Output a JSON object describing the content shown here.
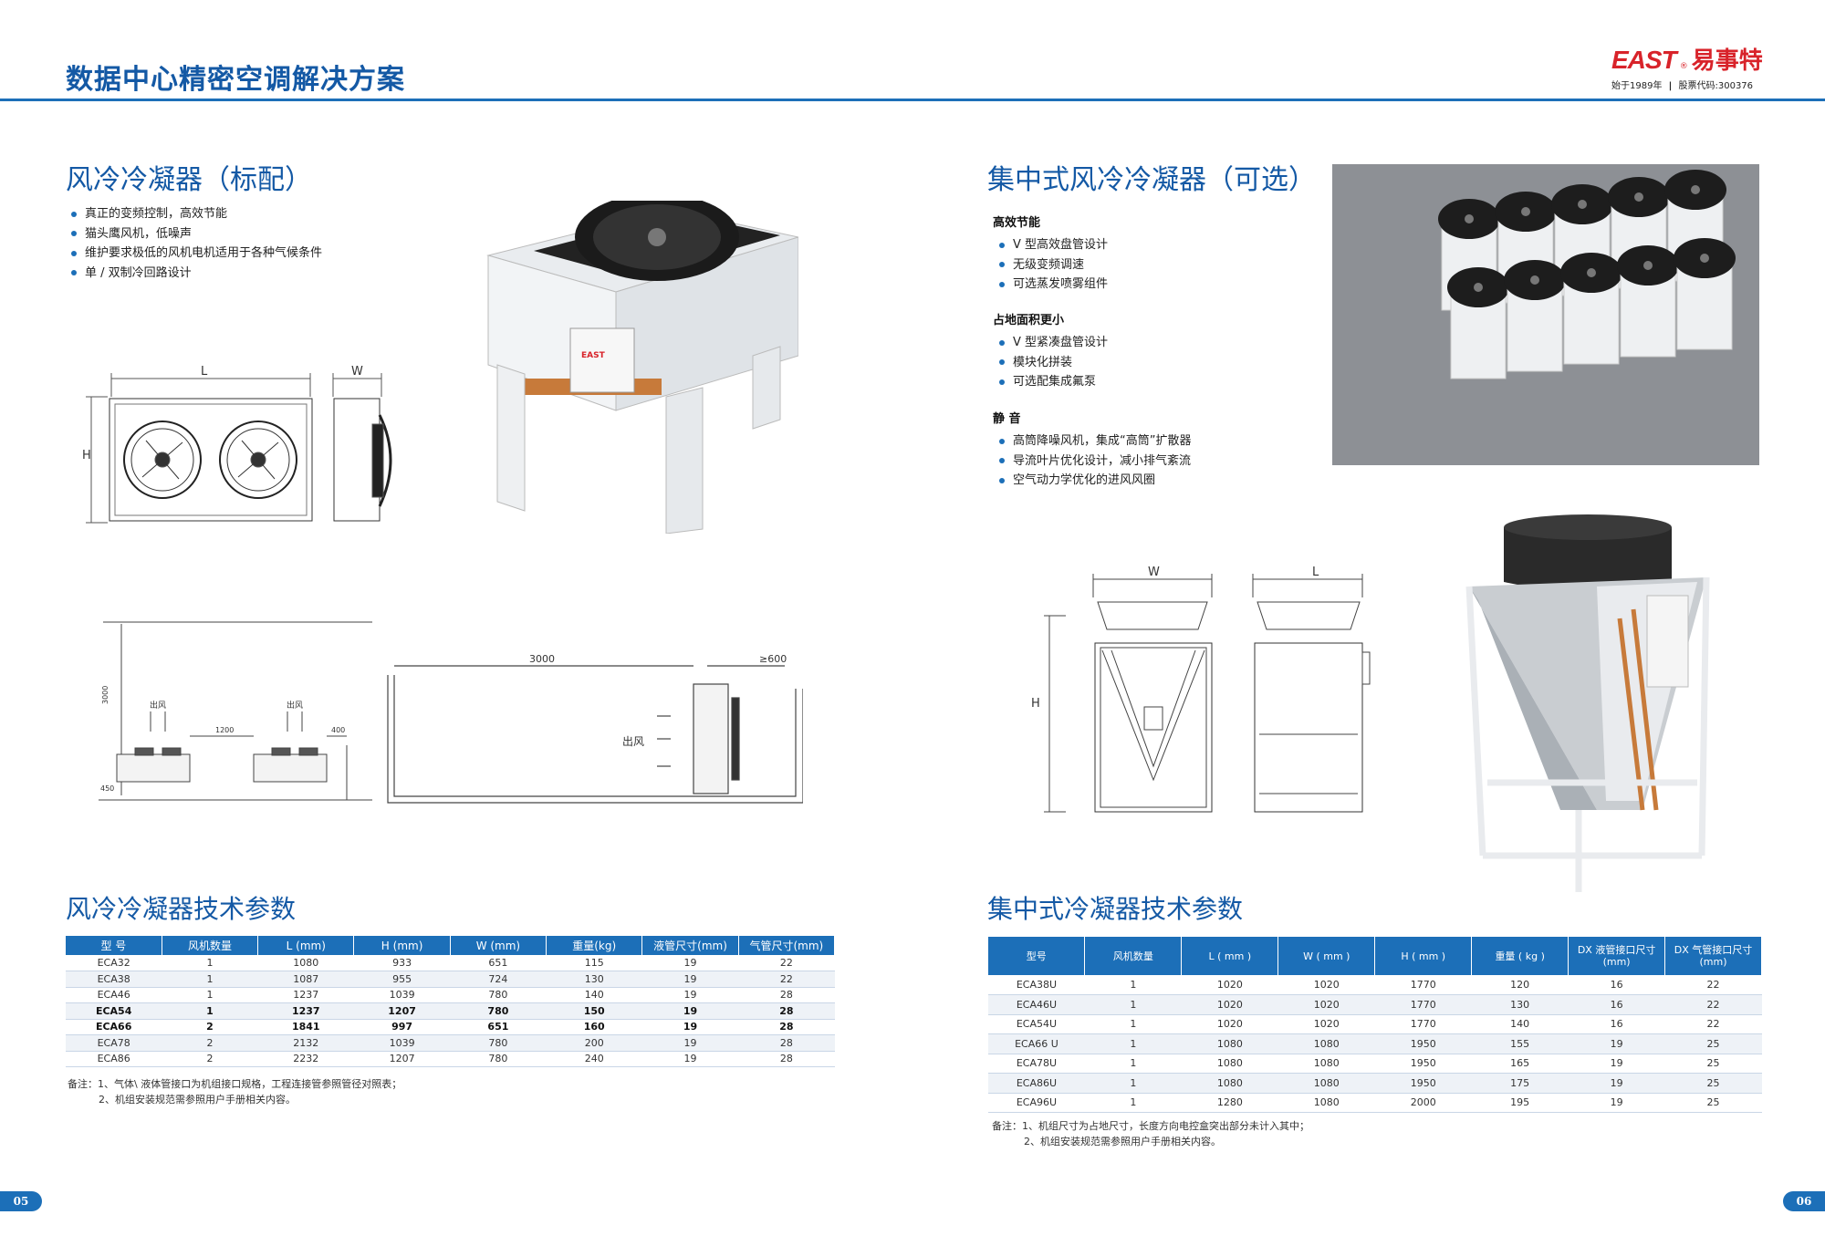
{
  "header": {
    "title": "数据中心精密空调解决方案",
    "logo_text": "EAST",
    "logo_registered": "®",
    "logo_cn": "易事特",
    "logo_since": "始于1989年",
    "logo_stock": "股票代码:300376"
  },
  "left": {
    "title": "风冷冷凝器（标配）",
    "features": [
      "真正的变频控制，高效节能",
      "猫头鹰风机，低噪声",
      "维护要求极低的风机电机适用于各种气候条件",
      "单 / 双制冷回路设计"
    ],
    "dim_L": "L",
    "dim_W": "W",
    "dim_H": "H",
    "install": {
      "h_3000": "3000",
      "h_450": "450",
      "gap_1200": "1200",
      "gap_400": "400",
      "outlet_label": "出风",
      "outlet_label_2": "出风",
      "dist_3000": "3000",
      "dist_600": "≥600",
      "side_outlet": "出风"
    },
    "table_title": "风冷冷凝器技术参数",
    "table": {
      "headers": [
        "型 号",
        "风机数量",
        "L (mm)",
        "H (mm)",
        "W (mm)",
        "重量(kg)",
        "液管尺寸(mm)",
        "气管尺寸(mm)"
      ],
      "rows": [
        [
          "ECA32",
          "1",
          "1080",
          "933",
          "651",
          "115",
          "19",
          "22"
        ],
        [
          "ECA38",
          "1",
          "1087",
          "955",
          "724",
          "130",
          "19",
          "22"
        ],
        [
          "ECA46",
          "1",
          "1237",
          "1039",
          "780",
          "140",
          "19",
          "28"
        ],
        [
          "ECA54",
          "1",
          "1237",
          "1207",
          "780",
          "150",
          "19",
          "28"
        ],
        [
          "ECA66",
          "2",
          "1841",
          "997",
          "651",
          "160",
          "19",
          "28"
        ],
        [
          "ECA78",
          "2",
          "2132",
          "1039",
          "780",
          "200",
          "19",
          "28"
        ],
        [
          "ECA86",
          "2",
          "2232",
          "1207",
          "780",
          "240",
          "19",
          "28"
        ]
      ]
    },
    "notes": [
      "备注：1、气体\\ 液体管接口为机组接口规格，工程连接管参照管径对照表；",
      "2、机组安装规范需参照用户手册相关内容。"
    ],
    "page_number": "05"
  },
  "right": {
    "title": "集中式风冷冷凝器（可选）",
    "groups": [
      {
        "head": "高效节能",
        "items": [
          "V 型高效盘管设计",
          "无级变频调速",
          "可选蒸发喷雾组件"
        ]
      },
      {
        "head": "占地面积更小",
        "items": [
          "V 型紧凑盘管设计",
          "模块化拼装",
          "可选配集成氟泵"
        ]
      },
      {
        "head": "静 音",
        "items": [
          "高筒降噪风机，集成“高筒”扩散器",
          "导流叶片优化设计，减小排气紊流",
          "空气动力学优化的进风风圈"
        ]
      }
    ],
    "dim_W": "W",
    "dim_L": "L",
    "dim_H": "H",
    "brand_mark": "EAST",
    "table_title": "集中式冷凝器技术参数",
    "table": {
      "headers": [
        "型号",
        "风机数量",
        "L ( mm )",
        "W ( mm )",
        "H ( mm )",
        "重量 ( kg )",
        "DX 液管接口尺寸 (mm)",
        "DX 气管接口尺寸 (mm)"
      ],
      "rows": [
        [
          "ECA38U",
          "1",
          "1020",
          "1020",
          "1770",
          "120",
          "16",
          "22"
        ],
        [
          "ECA46U",
          "1",
          "1020",
          "1020",
          "1770",
          "130",
          "16",
          "22"
        ],
        [
          "ECA54U",
          "1",
          "1020",
          "1020",
          "1770",
          "140",
          "16",
          "22"
        ],
        [
          "ECA66 U",
          "1",
          "1080",
          "1080",
          "1950",
          "155",
          "19",
          "25"
        ],
        [
          "ECA78U",
          "1",
          "1080",
          "1080",
          "1950",
          "165",
          "19",
          "25"
        ],
        [
          "ECA86U",
          "1",
          "1080",
          "1080",
          "1950",
          "175",
          "19",
          "25"
        ],
        [
          "ECA96U",
          "1",
          "1280",
          "1080",
          "2000",
          "195",
          "19",
          "25"
        ]
      ]
    },
    "notes": [
      "备注：1、机组尺寸为占地尺寸，长度方向电控盒突出部分未计入其中；",
      "2、机组安装规范需参照用户手册相关内容。"
    ],
    "page_number": "06"
  },
  "colors": {
    "brand_blue": "#1c6fb8",
    "title_blue": "#1459a5",
    "logo_red": "#d8232a"
  }
}
